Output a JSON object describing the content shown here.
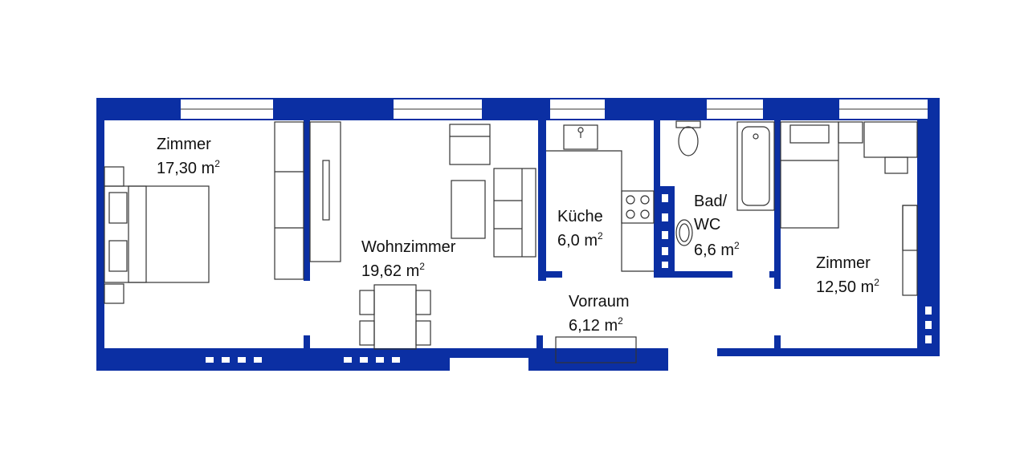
{
  "colors": {
    "wall": "#0b2fa3",
    "window": "#ffffff",
    "furniture": "#333333",
    "background": "#ffffff"
  },
  "rooms": {
    "zimmer1": {
      "name": "Zimmer",
      "area": "17,30 m",
      "unit_sup": "2"
    },
    "wohnzimmer": {
      "name": "Wohnzimmer",
      "area": "19,62 m",
      "unit_sup": "2"
    },
    "kueche": {
      "name": "Küche",
      "area": "6,0 m",
      "unit_sup": "2"
    },
    "bad": {
      "name": "Bad/",
      "name2": "WC",
      "area": "6,6 m",
      "unit_sup": "2"
    },
    "zimmer2": {
      "name": "Zimmer",
      "area": "12,50 m",
      "unit_sup": "2"
    },
    "vorraum": {
      "name": "Vorraum",
      "area": "6,12 m",
      "unit_sup": "2"
    }
  }
}
